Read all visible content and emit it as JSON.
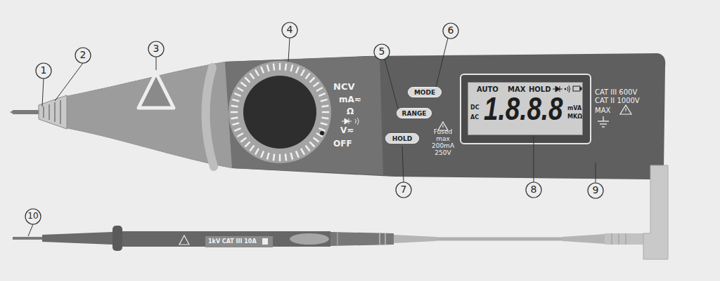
{
  "diagram": {
    "nodes": [
      {
        "text": [
          "MODE"
        ]
      },
      {
        "text": [
          "RANGE"
        ]
      },
      {
        "text": [
          "HOLD"
        ]
      },
      {
        "text": [
          "AUTO",
          "MAX",
          "HOLD",
          "DC",
          "AC",
          "1.8.8.8",
          "mVA",
          "MKΩ"
        ]
      }
    ],
    "labels": [
      "1",
      "2",
      "3",
      "4",
      "5",
      "6",
      "7",
      "8",
      "9",
      "10",
      "NCV",
      "mA≂",
      "Ω",
      "V≂",
      "OFF",
      "Fused max 200mA 250V",
      "CAT III 600V",
      "CAT II 1000V",
      "MAX",
      "1kV CAT III 10A"
    ]
  }
}
